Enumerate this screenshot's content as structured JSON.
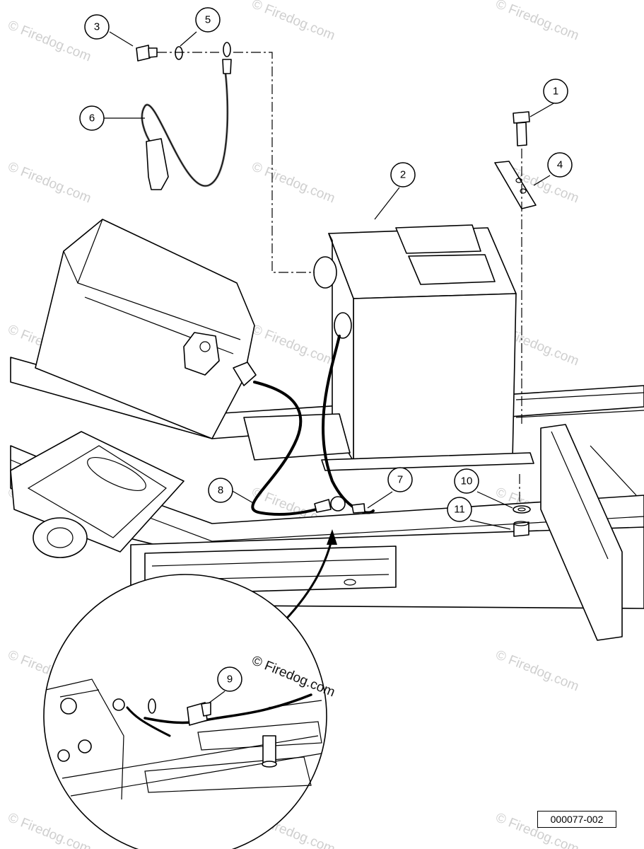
{
  "callouts": [
    {
      "num": "1"
    },
    {
      "num": "2"
    },
    {
      "num": "3"
    },
    {
      "num": "4"
    },
    {
      "num": "5"
    },
    {
      "num": "6"
    },
    {
      "num": "7"
    },
    {
      "num": "8"
    },
    {
      "num": "9"
    },
    {
      "num": "10"
    },
    {
      "num": "11"
    }
  ],
  "watermark": {
    "text": "© Firedog.com"
  },
  "reference_code": "000077-002"
}
